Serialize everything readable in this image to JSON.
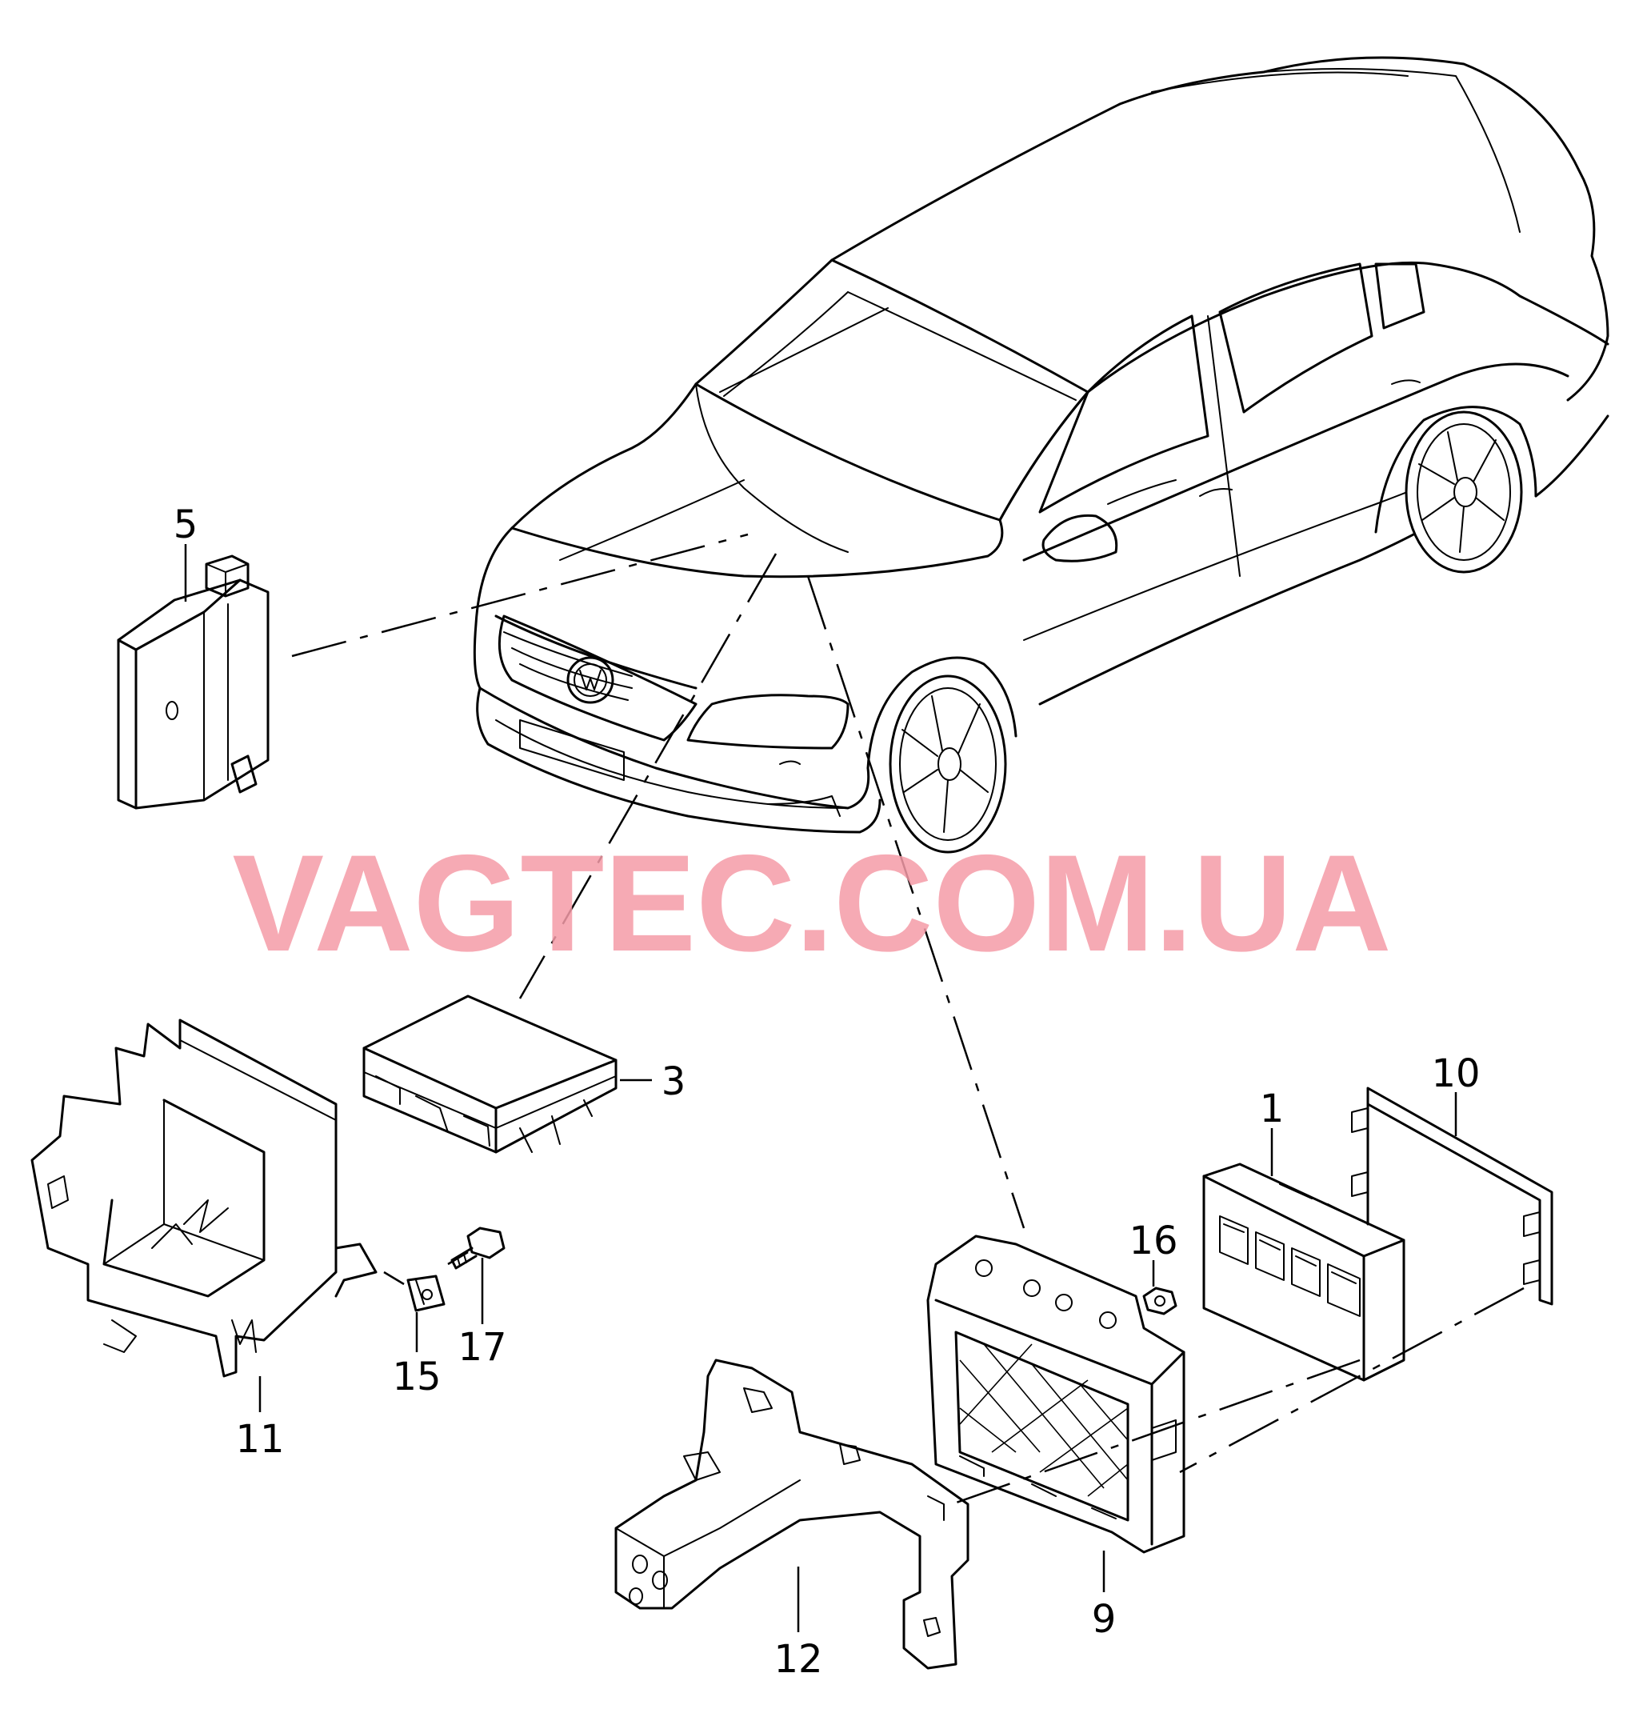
{
  "watermark": "VAGTEC.COM.UA",
  "callouts": {
    "p1": "1",
    "p3": "3",
    "p5": "5",
    "p9": "9",
    "p10": "10",
    "p11": "11",
    "p12": "12",
    "p15": "15",
    "p16": "16",
    "p17": "17"
  },
  "colors": {
    "line": "#000000",
    "watermark": "#f59ca8",
    "background": "#ffffff"
  }
}
